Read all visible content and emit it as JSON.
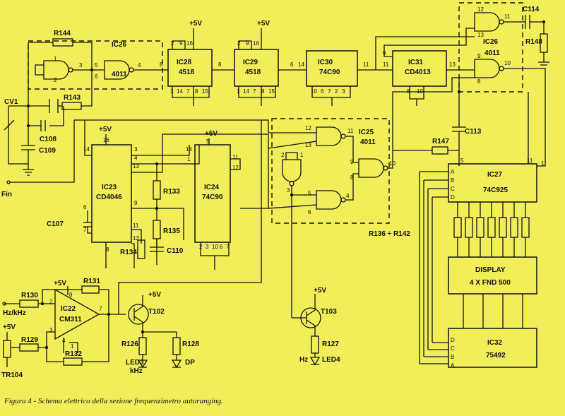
{
  "caption": "Figura 4 - Schema elettrico della sezione frequenzimetro autoranging.",
  "supply": "+5V",
  "ic": {
    "ic26": "IC26",
    "ic26_type": "4011",
    "ic28": "IC28",
    "ic28_type": "4518",
    "ic29": "IC29",
    "ic29_type": "4518",
    "ic30": "IC30",
    "ic30_type": "74C90",
    "ic31": "IC31",
    "ic31_type": "CD4013",
    "ic23": "IC23",
    "ic23_type": "CD4046",
    "ic24": "IC24",
    "ic24_type": "74C90",
    "ic25": "IC25",
    "ic25_type": "4011",
    "ic27": "IC27",
    "ic27_type": "74C925",
    "display": "DISPLAY",
    "display_type": "4 X FND 500",
    "ic32": "IC32",
    "ic32_type": "75492",
    "ic22": "IC22",
    "ic22_type": "CM311"
  },
  "components": {
    "r144": "R144",
    "r143": "R143",
    "cv1": "CV1",
    "c108": "C108",
    "c109": "C109",
    "fin": "Fin",
    "c107": "C107",
    "r133": "R133",
    "r135": "R135",
    "r134": "R134",
    "c110": "C110",
    "c113": "C113",
    "c114": "C114",
    "r147": "R147",
    "r148": "R148",
    "r136_142": "R136 ÷ R142",
    "r130": "R130",
    "r131": "R131",
    "hz_khz": "Hz/kHz",
    "r129": "R129",
    "tr104": "TR104",
    "r132": "R132",
    "t102": "T102",
    "t103": "T103",
    "r126": "R126",
    "r128": "R128",
    "r127": "R127",
    "led3": "LED3",
    "led3_sub": "kHz",
    "dp": "DP",
    "hz": "Hz",
    "led4": "LED4"
  }
}
